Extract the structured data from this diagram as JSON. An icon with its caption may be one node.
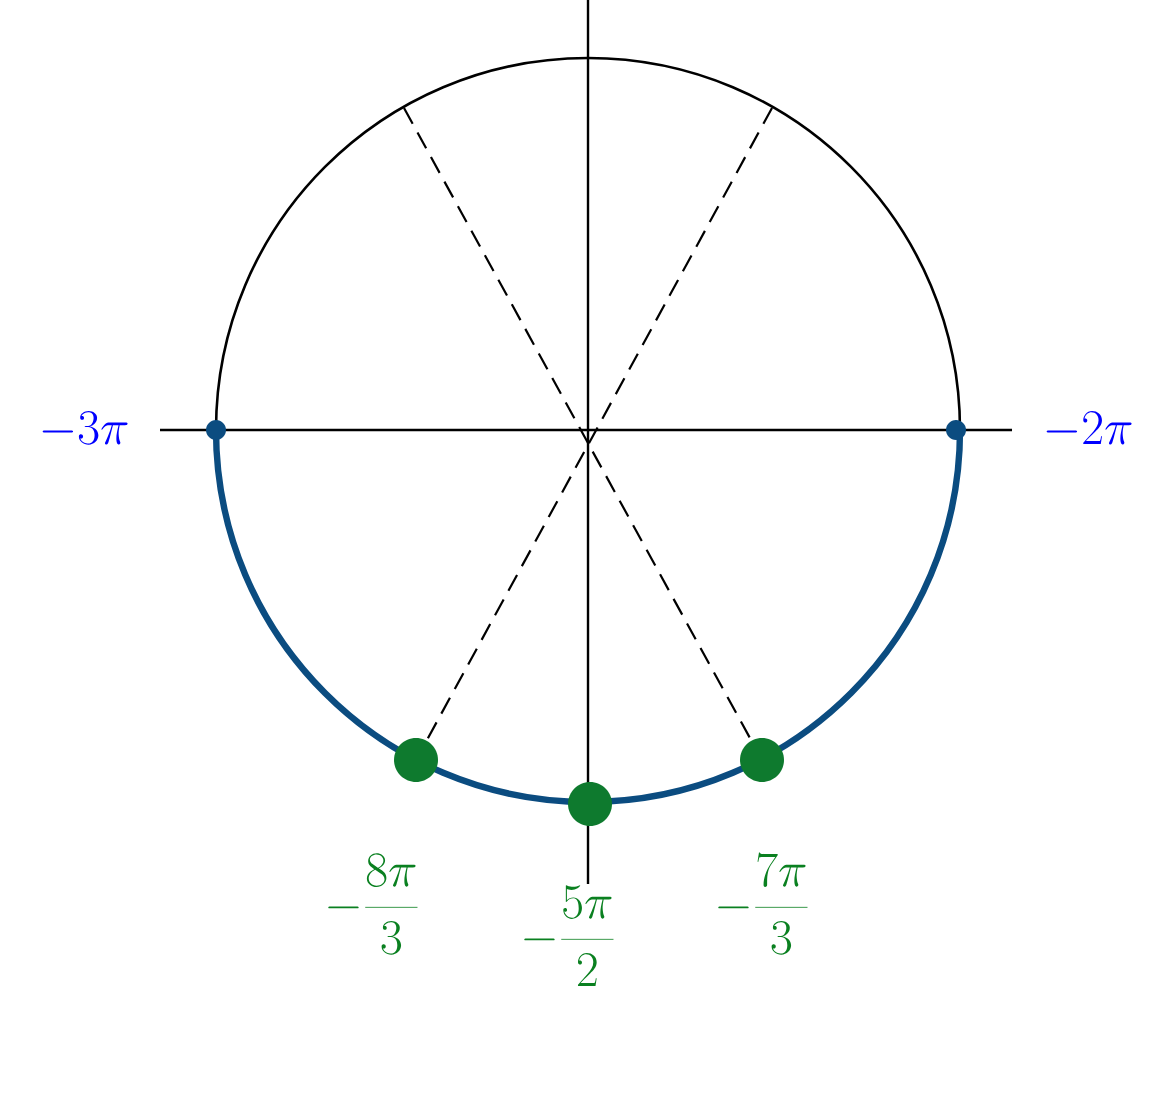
{
  "diagram": {
    "nodes": [
      {
        "text": [],
        "shape": "circle",
        "beside": [
          "-3\\pi"
        ]
      },
      {
        "text": [],
        "shape": "circle",
        "beside": [
          "-2\\pi"
        ]
      },
      {
        "text": [],
        "shape": "circle",
        "beside": [
          "-\\frac{8\\pi}{3}"
        ]
      },
      {
        "text": [],
        "shape": "circle",
        "beside": [
          "-\\frac{5\\pi}{2}"
        ]
      },
      {
        "text": [],
        "shape": "circle",
        "beside": [
          "-\\frac{7\\pi}{3}"
        ]
      }
    ],
    "edges": [
      {
        "from": null,
        "to": 2,
        "arrow": "none",
        "style": "dashed"
      },
      {
        "from": null,
        "to": 4,
        "arrow": "none",
        "style": "dashed"
      }
    ]
  }
}
